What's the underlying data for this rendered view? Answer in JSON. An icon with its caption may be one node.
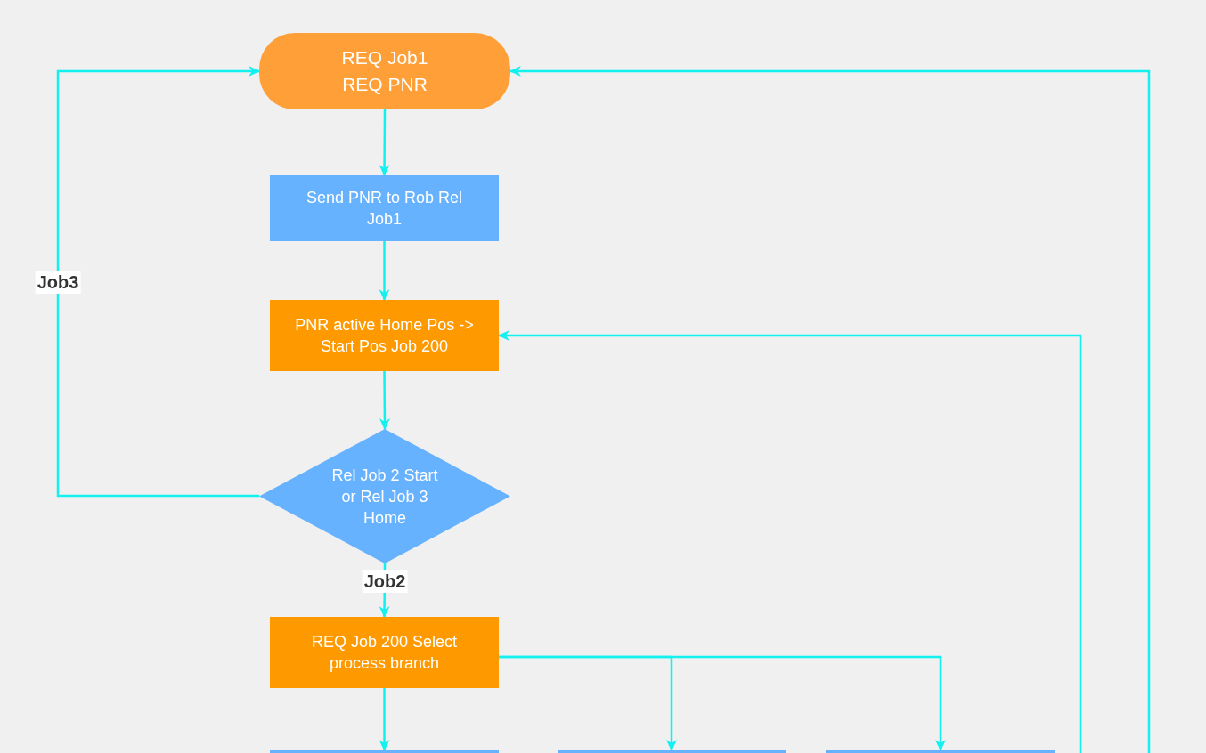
{
  "diagram": {
    "nodes": [
      {
        "text": [
          "REQ Job1 REQ PNR"
        ]
      },
      {
        "text": [
          "Send PNR to Rob Rel Job1"
        ]
      },
      {
        "text": [
          "PNR active Home Pos -> Start Pos Job 200"
        ]
      },
      {
        "text": [
          "Rel Job 2 Start or Rel Job 3 Home"
        ]
      },
      {
        "text": [
          "REQ Job 200 Select process branch"
        ]
      },
      {
        "text": [],
        "shape": "box"
      },
      {
        "text": [],
        "shape": "box"
      },
      {
        "text": [],
        "shape": "box"
      }
    ],
    "edges": [
      {
        "from": 0,
        "to": 1,
        "arrow": "to"
      },
      {
        "from": 1,
        "to": 2,
        "arrow": "to"
      },
      {
        "from": 2,
        "to": 3,
        "arrow": "to"
      },
      {
        "from": 3,
        "to": 4,
        "arrow": "to",
        "label": "Job2"
      },
      {
        "from": 3,
        "to": 0,
        "arrow": "to",
        "label": "Job3"
      },
      {
        "from": 4,
        "to": 5,
        "arrow": "to"
      },
      {
        "from": 4,
        "to": 6,
        "arrow": "to"
      },
      {
        "from": 4,
        "to": 7,
        "arrow": "to"
      },
      {
        "from": null,
        "to": 2,
        "arrow": "to"
      },
      {
        "from": null,
        "to": 0,
        "arrow": "to"
      }
    ]
  }
}
